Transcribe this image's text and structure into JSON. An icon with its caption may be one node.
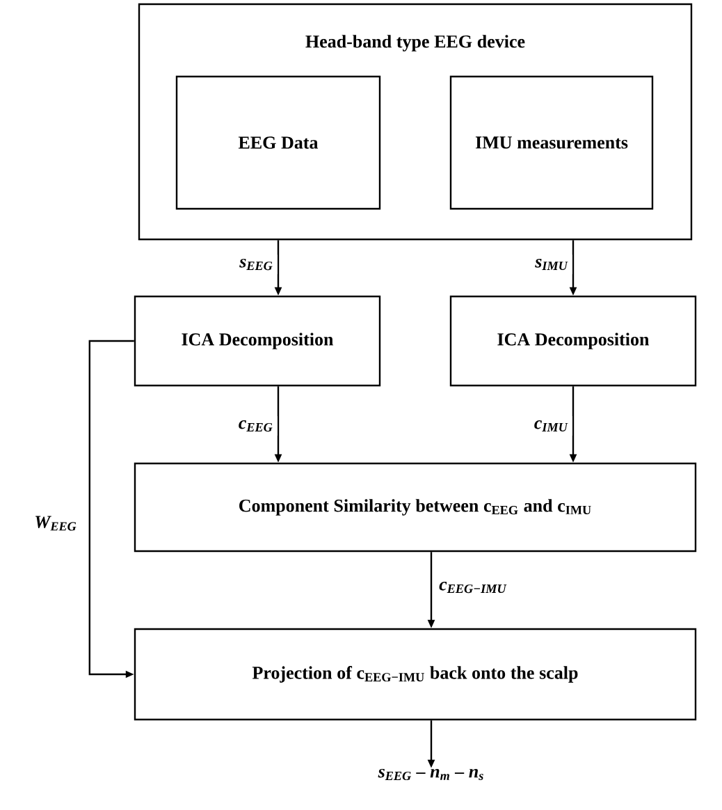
{
  "diagram": {
    "nodes": [
      {
        "text": [
          "Head-band type EEG device"
        ]
      },
      {
        "text": [
          "EEG Data"
        ],
        "in": 0
      },
      {
        "text": [
          "IMU measurements"
        ],
        "in": 0
      },
      {
        "text": [
          "ICA Decomposition"
        ]
      },
      {
        "text": [
          "ICA Decomposition"
        ]
      },
      {
        "text": [
          "Component Similarity between c$_{EEG}$ and c$_{IMU}$"
        ]
      },
      {
        "text": [
          "Projection of c$_{EEG−IMU}$ back onto the scalp"
        ]
      },
      {
        "text": [
          "s$_{EEG}$ – n$_{m}$ – n$_{s}$"
        ]
      }
    ],
    "edges": [
      {
        "from": 1,
        "to": 3,
        "arrow": "to",
        "label": "s$_{EEG}$"
      },
      {
        "from": 2,
        "to": 4,
        "arrow": "to",
        "label": "s$_{IMU}$"
      },
      {
        "from": 3,
        "to": 5,
        "arrow": "to",
        "label": "c$_{EEG}$"
      },
      {
        "from": 4,
        "to": 5,
        "arrow": "to",
        "label": "c$_{IMU}$"
      },
      {
        "from": 5,
        "to": 6,
        "arrow": "to",
        "label": "c$_{EEG−IMU}$"
      },
      {
        "from": 3,
        "to": 6,
        "arrow": "to",
        "label": "W$_{EEG}$"
      },
      {
        "from": 6,
        "to": 7,
        "arrow": "to"
      }
    ]
  }
}
